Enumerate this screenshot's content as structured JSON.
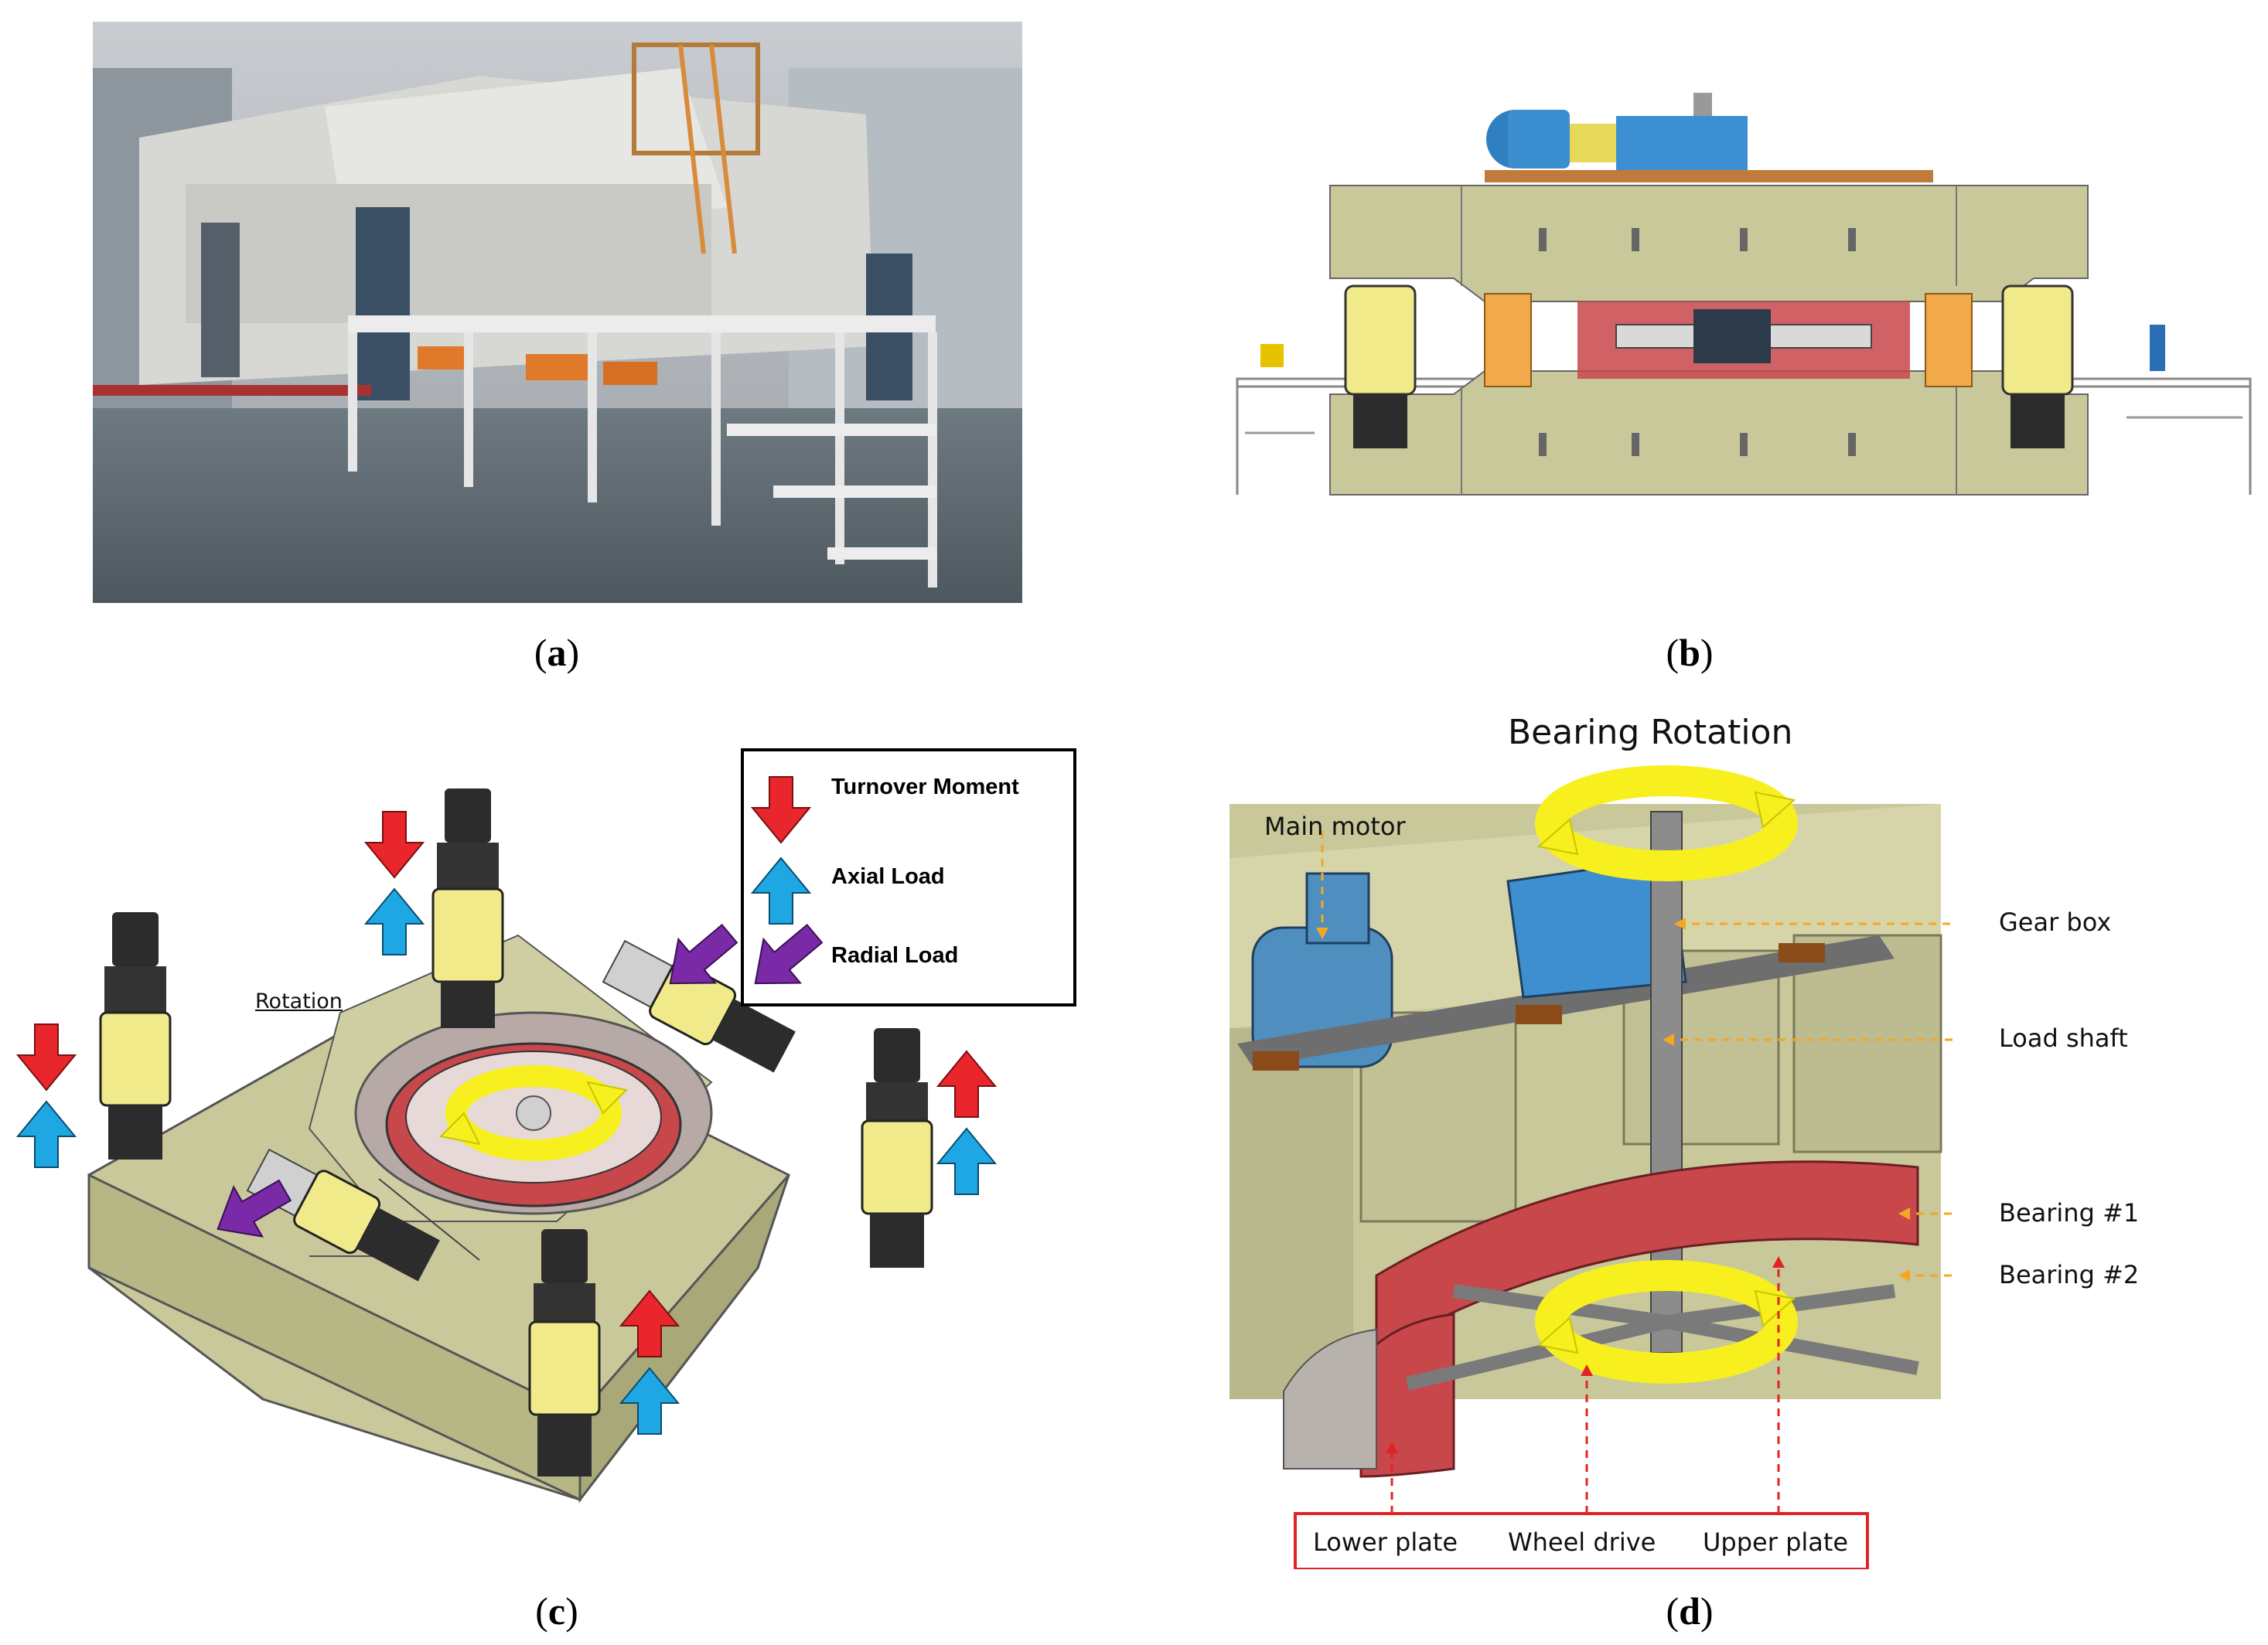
{
  "captions": {
    "a": "a",
    "b": "b",
    "c": "c",
    "d": "d"
  },
  "panel_c": {
    "legend": {
      "turnover": "Turnover Moment",
      "axial": "Axial Load",
      "radial": "Radial Load"
    },
    "rotation_label": "Rotation"
  },
  "panel_d": {
    "title": "Bearing Rotation",
    "main_motor": "Main motor",
    "gear_box": "Gear box",
    "load_shaft": "Load shaft",
    "bearing1": "Bearing #1",
    "bearing2": "Bearing #2",
    "lower_plate": "Lower plate",
    "wheel_drive": "Wheel drive",
    "upper_plate": "Upper plate"
  },
  "colors": {
    "red_arrow": "#e8262b",
    "blue_arrow": "#1ea7e3",
    "purple_arrow": "#7a2aa6",
    "machine": "#c9c89a",
    "bearing": "#c8474b",
    "yellow": "#f7f01e",
    "motor_blue": "#4f8fc0",
    "callout_orange": "#f5a623",
    "callout_red": "#e02424"
  }
}
